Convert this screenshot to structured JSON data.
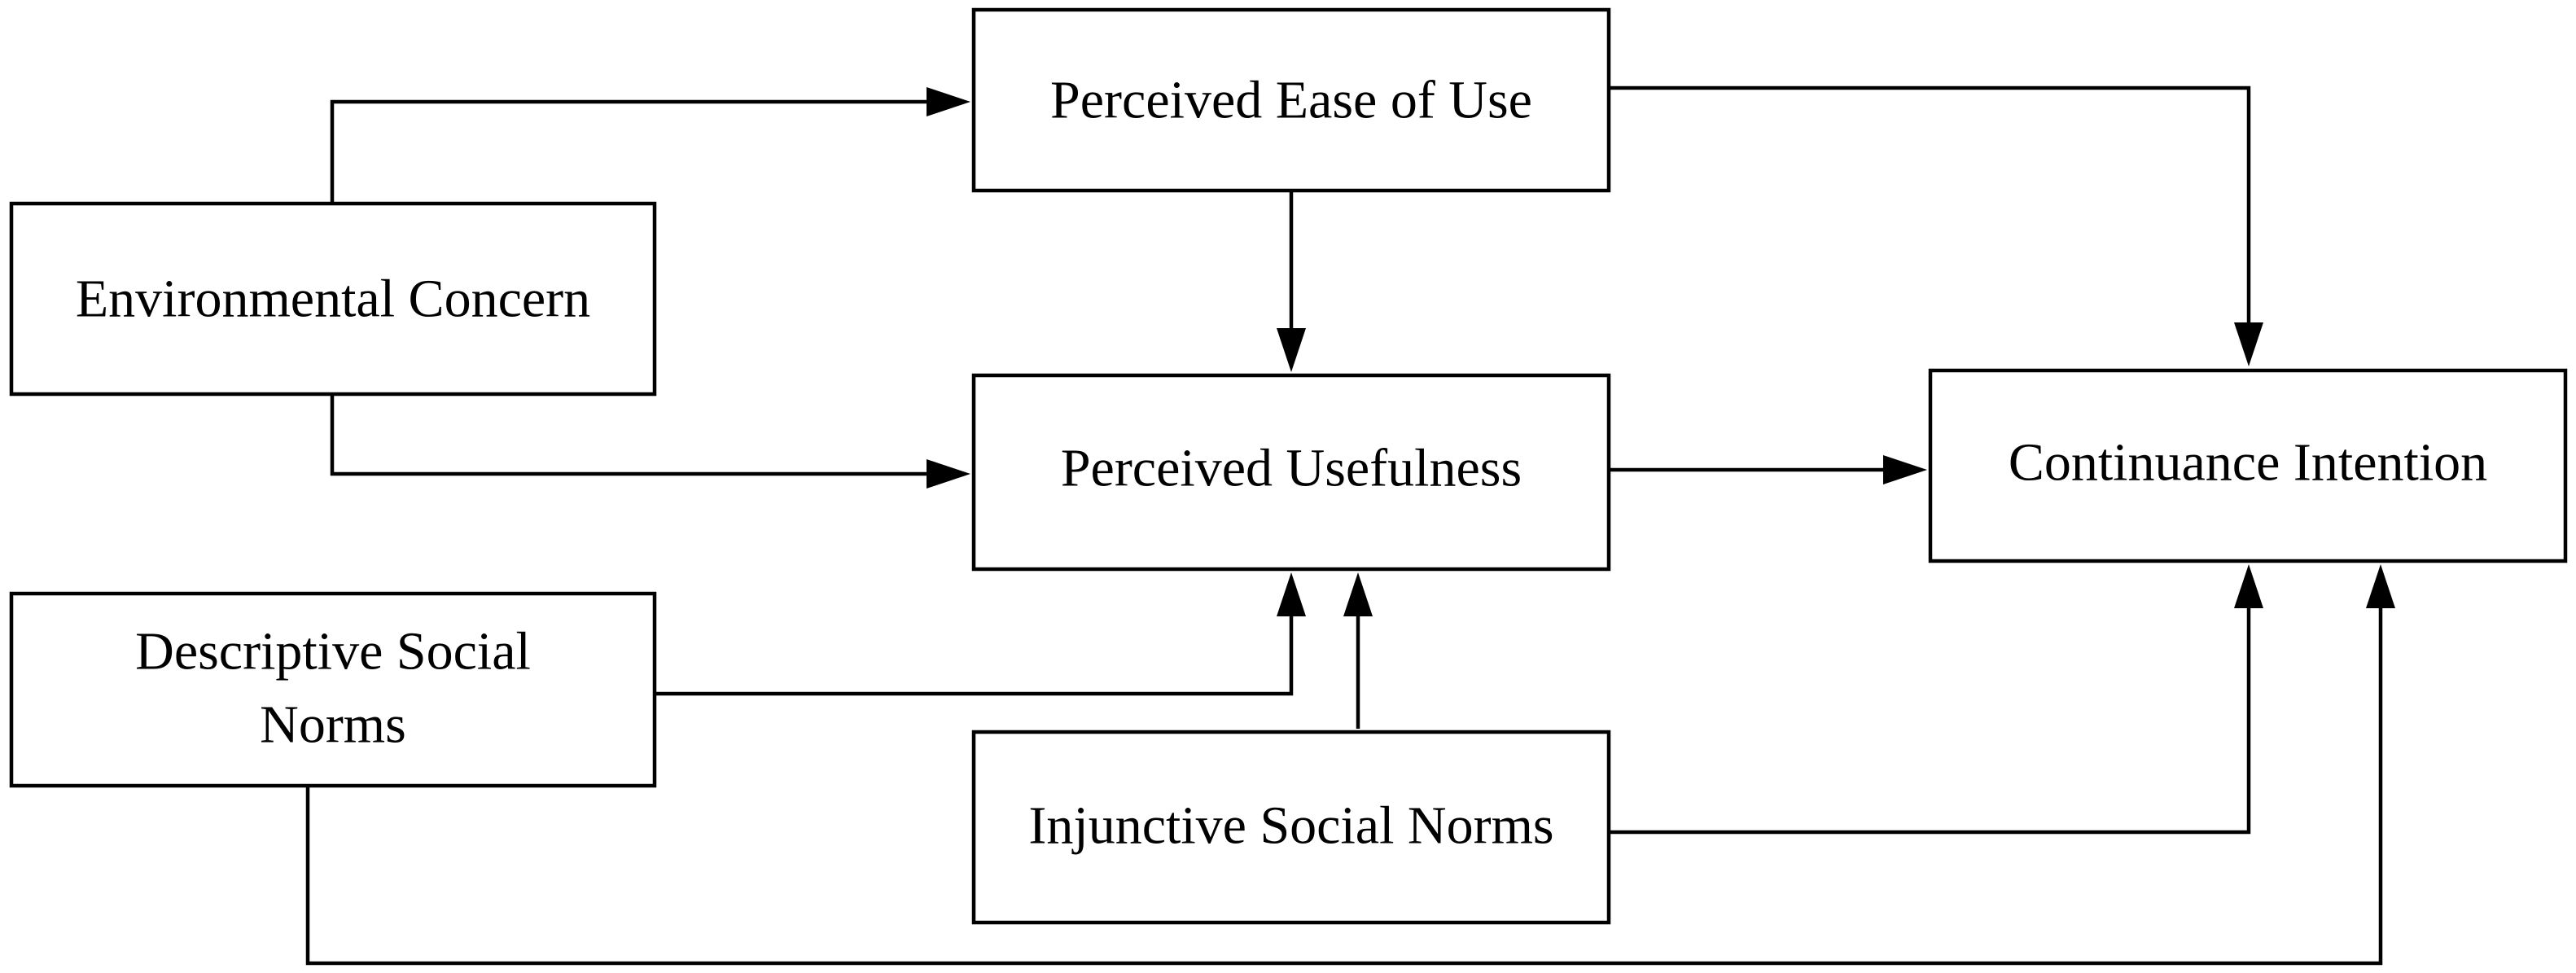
{
  "diagram": {
    "nodes": {
      "ease": {
        "label": "Perceived Ease of Use"
      },
      "env": {
        "label": "Environmental Concern"
      },
      "useful": {
        "label": "Perceived Usefulness"
      },
      "cont": {
        "label": "Continuance Intention"
      },
      "desc": {
        "line1": "Descriptive Social",
        "line2": "Norms"
      },
      "inj": {
        "label": "Injunctive Social Norms"
      }
    },
    "edges": [
      {
        "from": "Environmental Concern",
        "to": "Perceived Ease of Use"
      },
      {
        "from": "Environmental Concern",
        "to": "Perceived Usefulness"
      },
      {
        "from": "Perceived Ease of Use",
        "to": "Perceived Usefulness"
      },
      {
        "from": "Perceived Ease of Use",
        "to": "Continuance Intention"
      },
      {
        "from": "Perceived Usefulness",
        "to": "Continuance Intention"
      },
      {
        "from": "Descriptive Social Norms",
        "to": "Perceived Usefulness"
      },
      {
        "from": "Injunctive Social Norms",
        "to": "Perceived Usefulness"
      },
      {
        "from": "Injunctive Social Norms",
        "to": "Continuance Intention"
      },
      {
        "from": "Descriptive Social Norms",
        "to": "Continuance Intention"
      }
    ],
    "colors": {
      "stroke": "#000000",
      "background": "#ffffff"
    }
  }
}
